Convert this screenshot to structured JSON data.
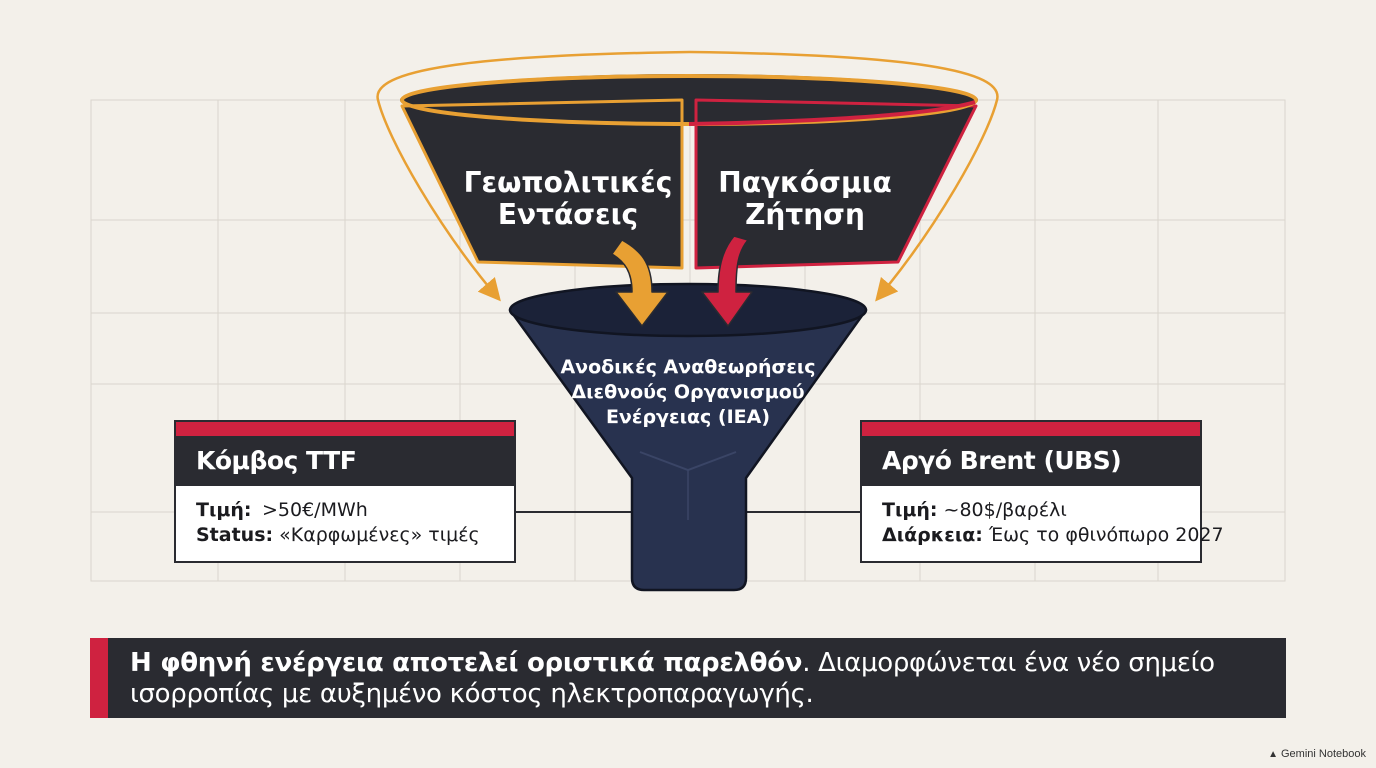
{
  "colors": {
    "background": "#f3f0ea",
    "dark": "#2a2b31",
    "navy": "#28324f",
    "orange": "#e8a033",
    "red": "#cf2240"
  },
  "funnel": {
    "left_input": {
      "line1": "Γεωπολιτικές",
      "line2": "Εντάσεις"
    },
    "right_input": {
      "line1": "Παγκόσμια",
      "line2": "Ζήτηση"
    },
    "center": {
      "line1": "Ανοδικές Αναθεωρήσεις",
      "line2": "Διεθνούς Οργανισμού",
      "line3": "Ενέργειας (IEA)"
    }
  },
  "left_card": {
    "title": "Κόμβος TTF",
    "price_label": "Τιμή:",
    "price_value": ">50€/MWh",
    "status_label": "Status:",
    "status_value": "«Καρφωμένες» τιμές"
  },
  "right_card": {
    "title": "Αργό Brent (UBS)",
    "price_label": "Τιμή:",
    "price_value": "~80$/βαρέλι",
    "duration_label": "Διάρκεια:",
    "duration_value": "Έως το φθινόπωρο 2027"
  },
  "banner": {
    "bold_text": "Η φθηνή ενέργεια αποτελεί οριστικά παρελθόν",
    "rest_line1": ". Διαμορφώνεται ένα νέο σημείο",
    "line2": "ισορροπίας με αυξημένο κόστος ηλεκτροπαραγωγής."
  },
  "watermark": {
    "text": "Gemini Notebook"
  }
}
